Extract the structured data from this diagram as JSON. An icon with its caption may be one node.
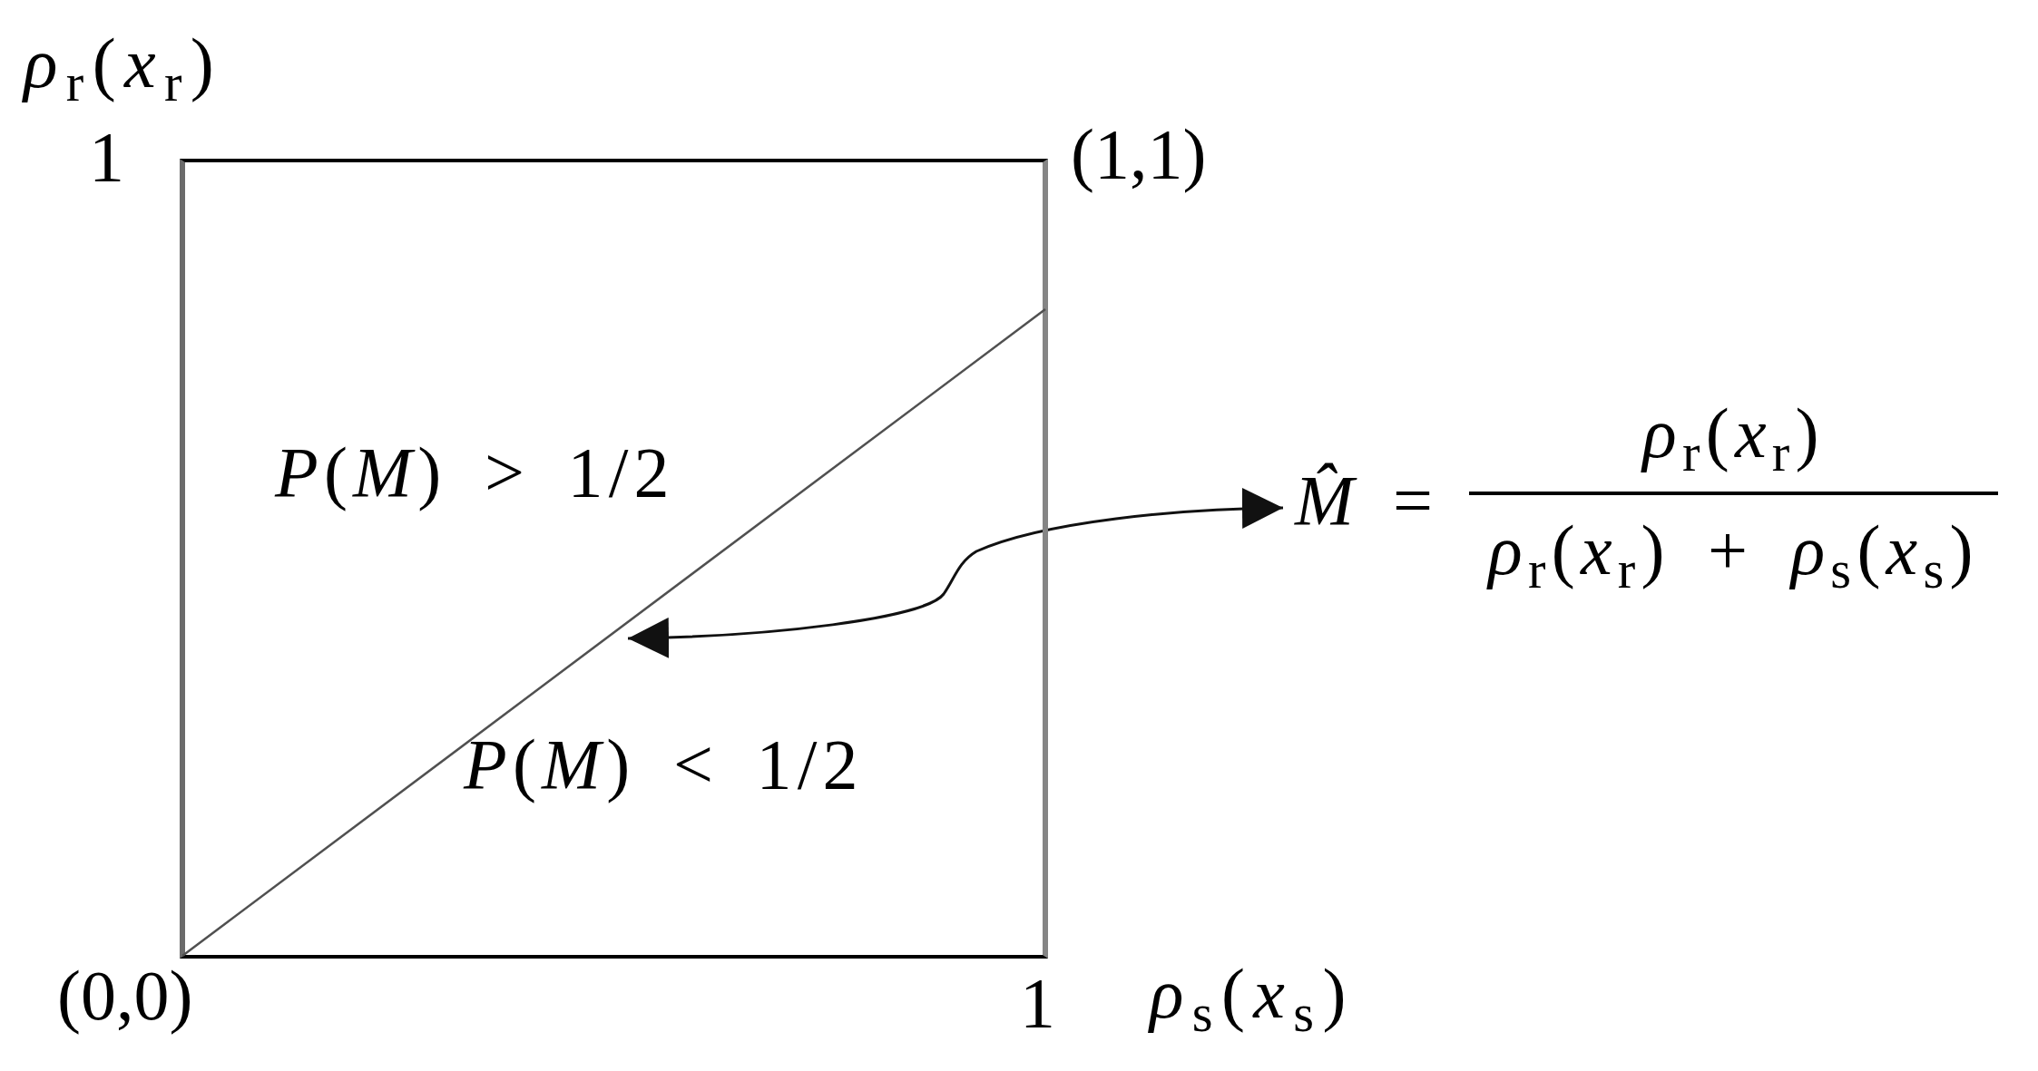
{
  "diagram": {
    "nodes": [
      {
        "text": [
          "*P*(*M*) > 1/2",
          "*P*(*M*) < 1/2"
        ]
      },
      {
        "text": [
          "*M̂* =",
          "*ρ*$_{r}$(*x*$_{r}$)",
          "*ρ*$_{r}$(*x*$_{r}$) + *ρ*$_{s}$(*x*$_{s}$)"
        ]
      }
    ],
    "edges": [
      {
        "from": 0,
        "to": 1,
        "arrow": "both"
      }
    ],
    "labels": [
      "*ρ*$_{r}$(*x*$_{r}$)",
      "1",
      "(1,1)",
      "(0,0)",
      "1",
      "*ρ*$_{s}$(*x*$_{s}$)"
    ]
  }
}
